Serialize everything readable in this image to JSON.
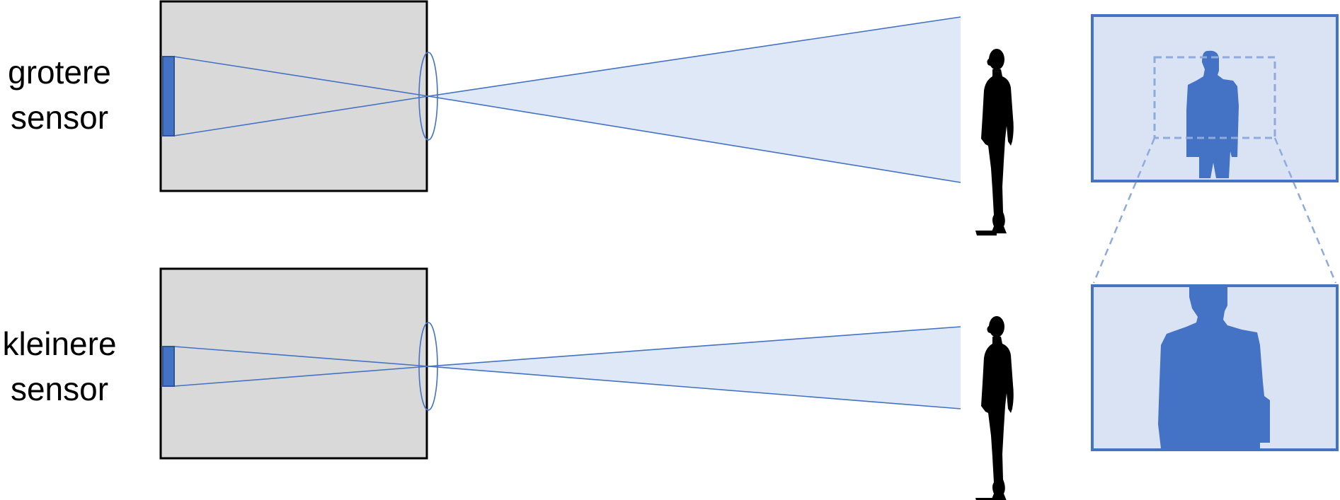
{
  "labels": {
    "top_line1": "grotere",
    "top_line2": "sensor",
    "bottom_line1": "kleinere",
    "bottom_line2": "sensor"
  },
  "colors": {
    "camera_body": "#d9d9d9",
    "sensor": "#4472c4",
    "light_cone": "#dee8f6",
    "ray": "#4472c4",
    "silhouette": "#000000",
    "preview_bg": "#dae3f3",
    "preview_border": "#4472c4",
    "crop_dash": "#8faadc"
  },
  "icons": {
    "person": "person-silhouette-icon"
  }
}
